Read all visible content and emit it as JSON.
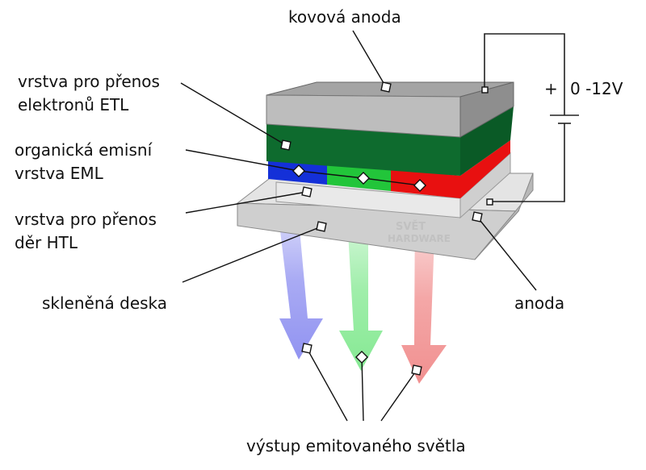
{
  "labels": {
    "metal_anode": "kovová anoda",
    "etl_line1": "vrstva pro přenos",
    "etl_line2": "elektronů ETL",
    "eml_line1": "organická emisní",
    "eml_line2": "vrstva EML",
    "htl_line1": "vrstva pro přenos",
    "htl_line2": "děr HTL",
    "glass_plate": "skleněná deska",
    "anode": "anoda",
    "light_output": "výstup emitovaného světla",
    "voltage_plus": "+",
    "voltage": "0 -12V",
    "watermark_line1": "SVĚT",
    "watermark_line2": "HARDWARE"
  },
  "colors": {
    "metal_anode": "#c9c9c9",
    "etl": "#0e6b2e",
    "eml_blue": "#1430d8",
    "eml_green": "#22c53a",
    "eml_red": "#e81010",
    "glass": "#d9d9d9",
    "beam_blue": "#8c8ef0",
    "beam_green": "#80e88e",
    "beam_red": "#f08a8a"
  }
}
